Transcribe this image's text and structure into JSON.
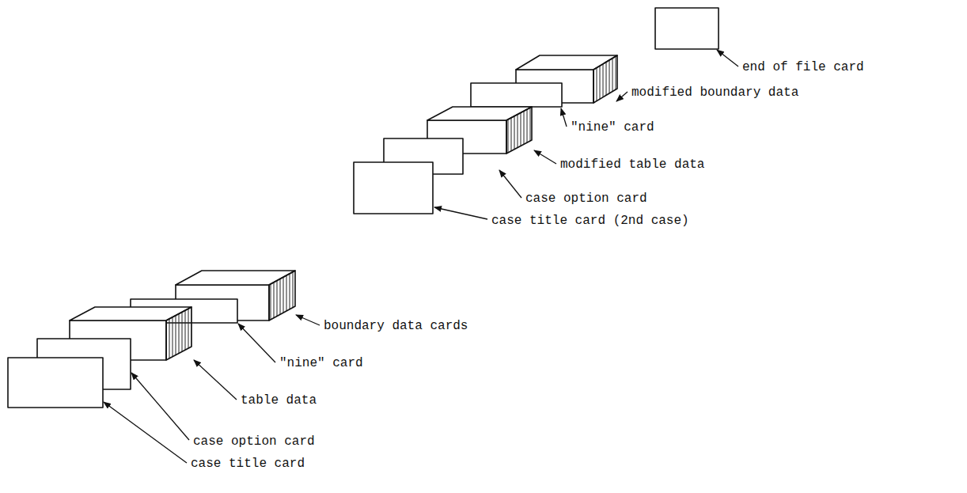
{
  "diagram": {
    "labels": [
      "end of file card",
      "modified boundary data",
      "\"nine\" card",
      "modified table data",
      "case option card",
      "case title card (2nd case)",
      "boundary data cards",
      "\"nine\" card",
      "table data",
      "case option card",
      "case title card"
    ]
  }
}
